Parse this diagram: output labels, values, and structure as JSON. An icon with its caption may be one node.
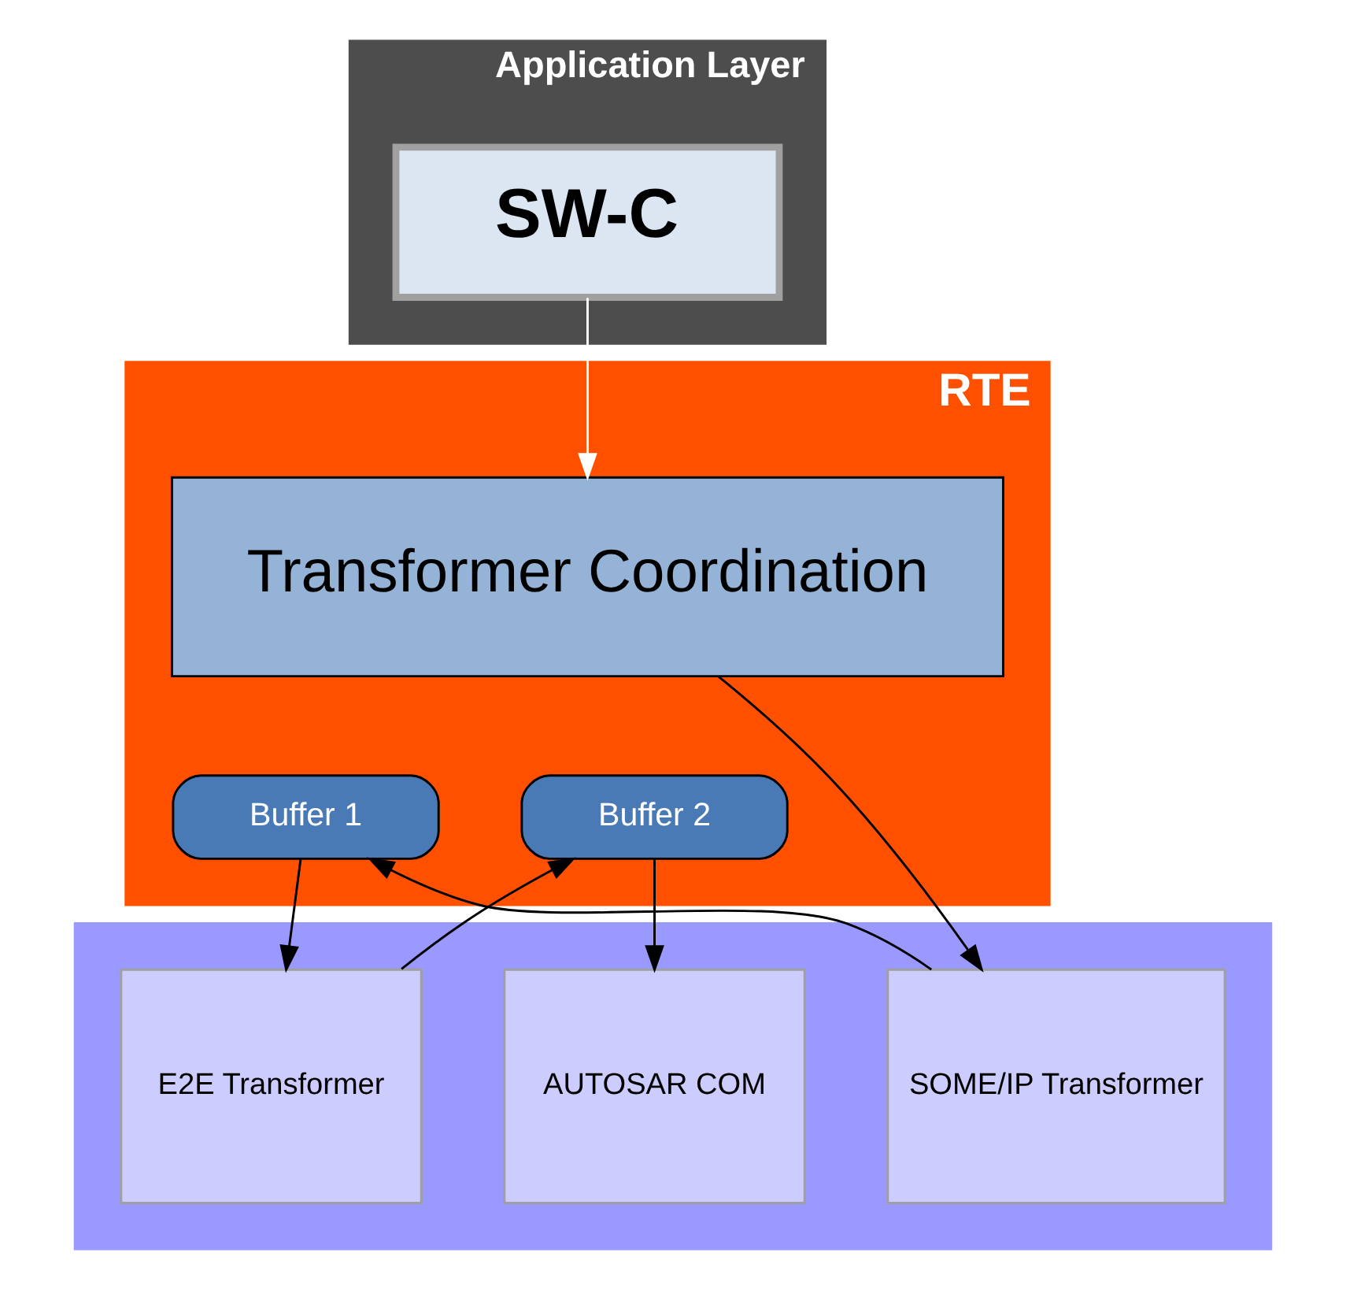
{
  "diagram": {
    "nodes": [
      {
        "text": [
          "Application Layer"
        ]
      },
      {
        "text": [
          "SW-C"
        ],
        "in": 0
      },
      {
        "text": [
          "RTE"
        ]
      },
      {
        "text": [
          "Transformer Coordination"
        ],
        "in": 2
      },
      {
        "text": [
          "Buffer 1"
        ],
        "in": 2
      },
      {
        "text": [
          "Buffer 2"
        ],
        "in": 2
      },
      {
        "text": [],
        "shape": "box"
      },
      {
        "text": [
          "SOME/IP Transformer"
        ],
        "in": 6
      },
      {
        "text": [
          "E2E Transformer"
        ],
        "in": 6
      },
      {
        "text": [
          "AUTOSAR COM"
        ],
        "in": 6
      }
    ],
    "edges": [
      {
        "from": 1,
        "to": 3,
        "arrow": "to",
        "color": "#ffffff"
      },
      {
        "from": 3,
        "to": 7,
        "arrow": "to"
      },
      {
        "from": 7,
        "to": 4,
        "arrow": "to"
      },
      {
        "from": 4,
        "to": 8,
        "arrow": "to"
      },
      {
        "from": 8,
        "to": 5,
        "arrow": "to"
      },
      {
        "from": 5,
        "to": 9,
        "arrow": "to"
      }
    ]
  }
}
